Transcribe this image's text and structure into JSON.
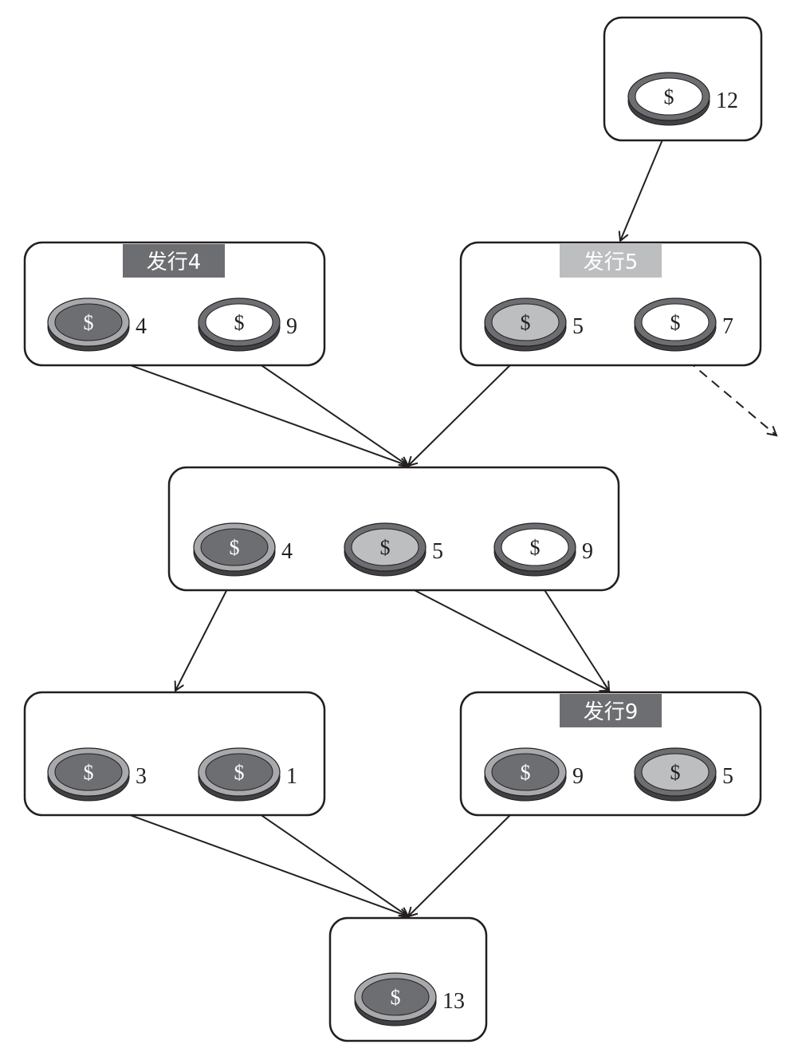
{
  "diagram": {
    "title": "",
    "coin_types": {
      "dark": {
        "face": "#6d6e71",
        "ring": "#a7a9ac",
        "edge": "#414042",
        "dollar": "#ffffff"
      },
      "white": {
        "face": "#ffffff",
        "ring": "#6d6e71",
        "edge": "#414042",
        "dollar": "#231f20"
      },
      "light": {
        "face": "#bcbec0",
        "ring": "#6d6e71",
        "edge": "#414042",
        "dollar": "#231f20"
      }
    },
    "coin_symbol": "$",
    "colors": {
      "tag_dark": "#6d6e71",
      "tag_light": "#bcbec0",
      "line": "#231f20",
      "box": "#231f20"
    },
    "boxes": [
      {
        "id": "tx12",
        "tag": null,
        "coins": [
          {
            "type": "white",
            "value": "12"
          }
        ]
      },
      {
        "id": "issue4",
        "tag": {
          "label": "发行4",
          "style": "tag_dark"
        },
        "coins": [
          {
            "type": "dark",
            "value": "4"
          },
          {
            "type": "white",
            "value": "9"
          }
        ]
      },
      {
        "id": "issue5",
        "tag": {
          "label": "发行5",
          "style": "tag_light"
        },
        "coins": [
          {
            "type": "light",
            "value": "5"
          },
          {
            "type": "white",
            "value": "7"
          }
        ]
      },
      {
        "id": "middle",
        "tag": null,
        "coins": [
          {
            "type": "dark",
            "value": "4"
          },
          {
            "type": "light",
            "value": "5"
          },
          {
            "type": "white",
            "value": "9"
          }
        ]
      },
      {
        "id": "split",
        "tag": null,
        "coins": [
          {
            "type": "dark",
            "value": "3"
          },
          {
            "type": "dark",
            "value": "1"
          }
        ]
      },
      {
        "id": "issue9",
        "tag": {
          "label": "发行9",
          "style": "tag_dark"
        },
        "coins": [
          {
            "type": "dark",
            "value": "9"
          },
          {
            "type": "light",
            "value": "5"
          }
        ]
      },
      {
        "id": "final",
        "tag": null,
        "coins": [
          {
            "type": "dark",
            "value": "13"
          }
        ]
      }
    ],
    "edges": [
      {
        "from": "tx12.0",
        "to": "issue5",
        "style": "solid"
      },
      {
        "from": "issue4.0",
        "to": "middle",
        "style": "solid"
      },
      {
        "from": "issue4.1",
        "to": "middle",
        "style": "solid"
      },
      {
        "from": "issue5.0",
        "to": "middle",
        "style": "solid"
      },
      {
        "from": "issue5.1",
        "to": "external",
        "style": "dashed"
      },
      {
        "from": "middle.0",
        "to": "split",
        "style": "solid"
      },
      {
        "from": "middle.1",
        "to": "issue9",
        "style": "solid"
      },
      {
        "from": "middle.2",
        "to": "issue9",
        "style": "solid"
      },
      {
        "from": "split.0",
        "to": "final",
        "style": "solid"
      },
      {
        "from": "split.1",
        "to": "final",
        "style": "solid"
      },
      {
        "from": "issue9.0",
        "to": "final",
        "style": "solid"
      }
    ]
  }
}
